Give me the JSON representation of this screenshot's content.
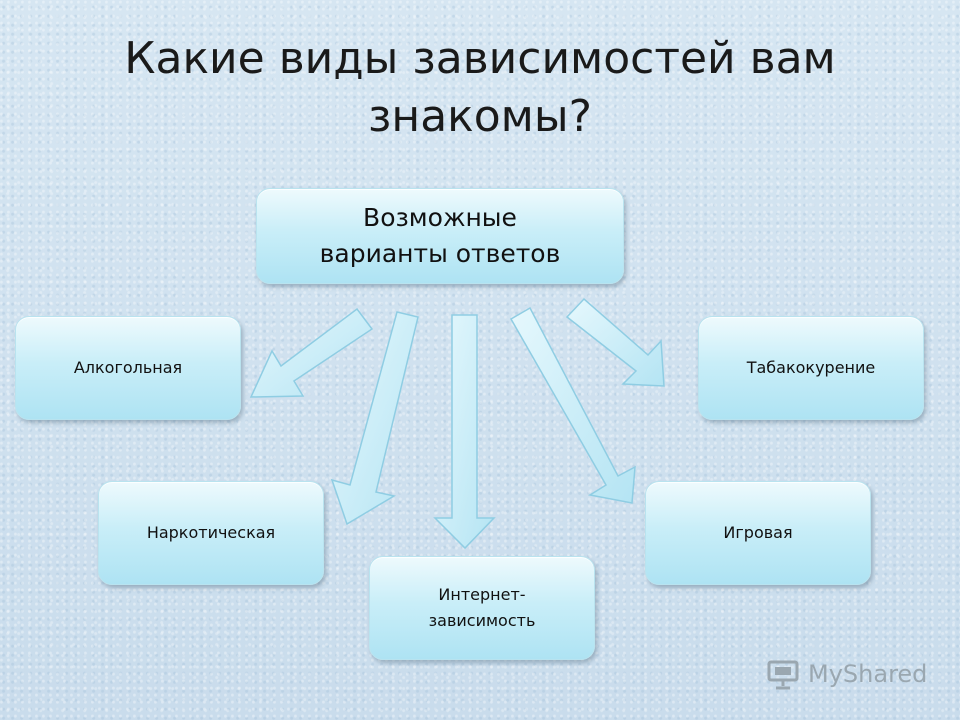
{
  "title": {
    "line1": "Какие виды зависимостей вам",
    "line2": "знакомы?"
  },
  "diagram": {
    "center": {
      "line1": "Возможные",
      "line2": "варианты ответов"
    },
    "nodes": {
      "alcohol": "Алкогольная",
      "tobacco": "Табакокурение",
      "narcotic": "Наркотическая",
      "gaming": "Игровая",
      "internet_line1": "Интернет-",
      "internet_line2": "зависимость"
    }
  },
  "watermark": {
    "text": "MyShared",
    "icon": "projector-screen-icon"
  },
  "colors": {
    "node_fill": "#c9eef8",
    "arrow_fill": "#bfeaf6",
    "background": "#cfe1ef"
  }
}
